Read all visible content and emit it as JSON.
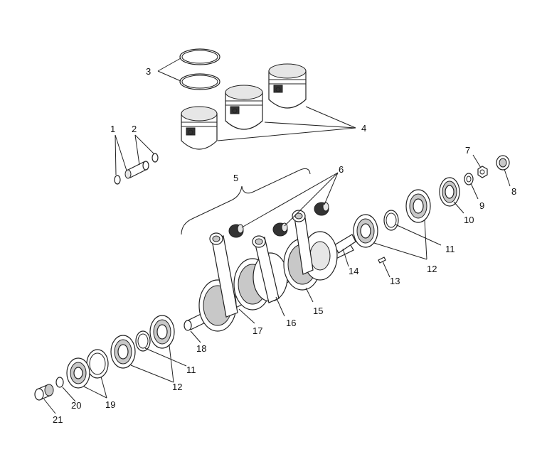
{
  "callouts": [
    {
      "id": "1",
      "label": "1"
    },
    {
      "id": "2",
      "label": "2"
    },
    {
      "id": "3",
      "label": "3"
    },
    {
      "id": "4",
      "label": "4"
    },
    {
      "id": "5",
      "label": "5"
    },
    {
      "id": "6",
      "label": "6"
    },
    {
      "id": "7",
      "label": "7"
    },
    {
      "id": "8",
      "label": "8"
    },
    {
      "id": "9",
      "label": "9"
    },
    {
      "id": "10",
      "label": "10"
    },
    {
      "id": "11a",
      "label": "11"
    },
    {
      "id": "11b",
      "label": "11"
    },
    {
      "id": "12a",
      "label": "12"
    },
    {
      "id": "12b",
      "label": "12"
    },
    {
      "id": "13",
      "label": "13"
    },
    {
      "id": "14",
      "label": "14"
    },
    {
      "id": "15",
      "label": "15"
    },
    {
      "id": "16",
      "label": "16"
    },
    {
      "id": "17",
      "label": "17"
    },
    {
      "id": "18",
      "label": "18"
    },
    {
      "id": "19",
      "label": "19"
    },
    {
      "id": "20",
      "label": "20"
    },
    {
      "id": "21",
      "label": "21"
    }
  ]
}
